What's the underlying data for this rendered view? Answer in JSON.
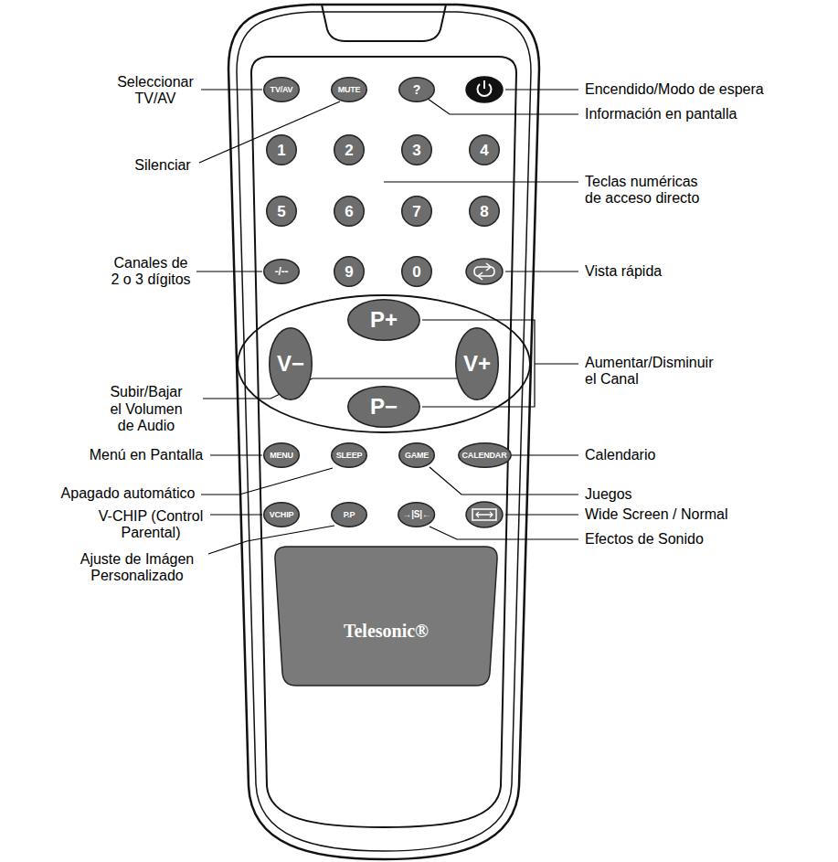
{
  "diagram": {
    "nodes": [
      {
        "text": [
          "TV/AV"
        ]
      },
      {
        "text": [
          "MUTE"
        ]
      },
      {
        "text": [
          "?"
        ]
      },
      {
        "text": [
          "1"
        ]
      },
      {
        "text": [
          "2"
        ]
      },
      {
        "text": [
          "3"
        ]
      },
      {
        "text": [
          "4"
        ]
      },
      {
        "text": [
          "5"
        ]
      },
      {
        "text": [
          "6"
        ]
      },
      {
        "text": [
          "7"
        ]
      },
      {
        "text": [
          "8"
        ]
      },
      {
        "text": [
          "-/--"
        ]
      },
      {
        "text": [
          "9"
        ]
      },
      {
        "text": [
          "0"
        ]
      },
      {
        "text": [
          "P+"
        ]
      },
      {
        "text": [
          "V−"
        ]
      },
      {
        "text": [
          "V+"
        ]
      },
      {
        "text": [
          "P−"
        ]
      },
      {
        "text": [
          "MENU"
        ]
      },
      {
        "text": [
          "SLEEP"
        ]
      },
      {
        "text": [
          "GAME"
        ]
      },
      {
        "text": [
          "CALENDAR"
        ]
      },
      {
        "text": [
          "VCHIP"
        ]
      },
      {
        "text": [
          "P.P"
        ]
      },
      {
        "text": [
          "→|S|←"
        ]
      },
      {
        "text": [
          "Telesonic®"
        ]
      }
    ],
    "labels": [
      "Seleccionar TV/AV",
      "Silenciar",
      "Canales de 2 o 3 dígitos",
      "Subir/Bajar el Volumen de Audio",
      "Menú en Pantalla",
      "Apagado automático",
      "V-CHIP (Control Parental)",
      "Ajuste de Imágen Personalizado",
      "Encendido/Modo de espera",
      "Información en pantalla",
      "Teclas numéricas de acceso directo",
      "Vista rápida",
      "Aumentar/Disminuir el Canal",
      "Calendario",
      "Juegos",
      "Wide Screen / Normal",
      "Efectos de Sonido"
    ]
  }
}
